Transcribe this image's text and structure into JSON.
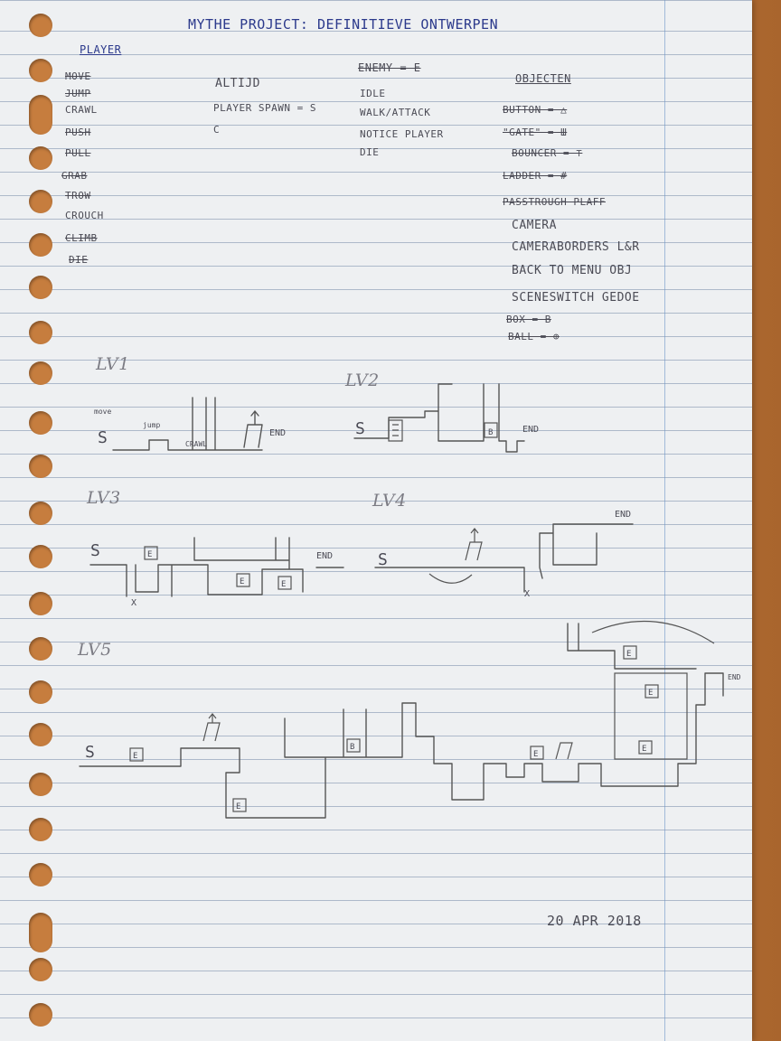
{
  "title": "MYTHE PROJECT: DEFINITIEVE ONTWERPEN",
  "player": {
    "header": "PLAYER",
    "items": [
      {
        "label": "MOVE",
        "struck": true
      },
      {
        "label": "JUMP",
        "struck": true
      },
      {
        "label": "CRAWL",
        "struck": false
      },
      {
        "label": "PUSH",
        "struck": true
      },
      {
        "label": "PULL",
        "struck": true
      },
      {
        "label": "GRAB",
        "struck": true
      },
      {
        "label": "TROW",
        "struck": true
      },
      {
        "label": "CROUCH",
        "struck": false
      },
      {
        "label": "CLIMB",
        "struck": true
      },
      {
        "label": "DIE",
        "struck": true
      }
    ]
  },
  "altijd": {
    "header": "ALTIJD",
    "spawn": "PLAYER SPAWN = S",
    "note": "C"
  },
  "enemy": {
    "header": "ENEMY = E",
    "items": [
      "IDLE",
      "WALK/ATTACK",
      "NOTICE PLAYER",
      "DIE"
    ]
  },
  "objecten": {
    "header": "OBJECTEN",
    "items": [
      {
        "label": "BUTTON = △",
        "struck": true
      },
      {
        "label": "\"GATE\" = Ш",
        "struck": true
      },
      {
        "label": "BOUNCER = ⊤",
        "struck": true
      },
      {
        "label": "LADDER = #",
        "struck": true
      },
      {
        "label": "PASSTROUGH PLAFF",
        "struck": true
      },
      {
        "label": "CAMERA",
        "struck": false
      },
      {
        "label": "CAMERABORDERS L&R",
        "struck": false
      },
      {
        "label": "BACK TO MENU OBJ",
        "struck": false
      },
      {
        "label": "SCENESWITCH GEDOE",
        "struck": false
      },
      {
        "label": "BOX = B",
        "struck": true
      },
      {
        "label": "BALL = ⊕",
        "struck": true
      }
    ]
  },
  "levels": {
    "lv1": {
      "label": "LV1",
      "spawn": "S",
      "move": "move",
      "jump": "jump",
      "crawl": "CRAWL",
      "end": "END"
    },
    "lv2": {
      "label": "LV2",
      "spawn": "S",
      "end": "END"
    },
    "lv3": {
      "label": "LV3",
      "spawn": "S",
      "end": "END"
    },
    "lv4": {
      "label": "LV4",
      "spawn": "S",
      "end": "END"
    },
    "lv5": {
      "label": "LV5",
      "spawn": "S",
      "end": "END"
    }
  },
  "marks": {
    "enemy": "E",
    "box": "B",
    "cross": "X"
  },
  "date": "20 APR 2018",
  "colors": {
    "paper": "#eef0f2",
    "ruled_line": "#788caa",
    "ink_blue": "#2c3a8c",
    "pencil": "#4b4b55",
    "desk": "#b06a2e"
  }
}
